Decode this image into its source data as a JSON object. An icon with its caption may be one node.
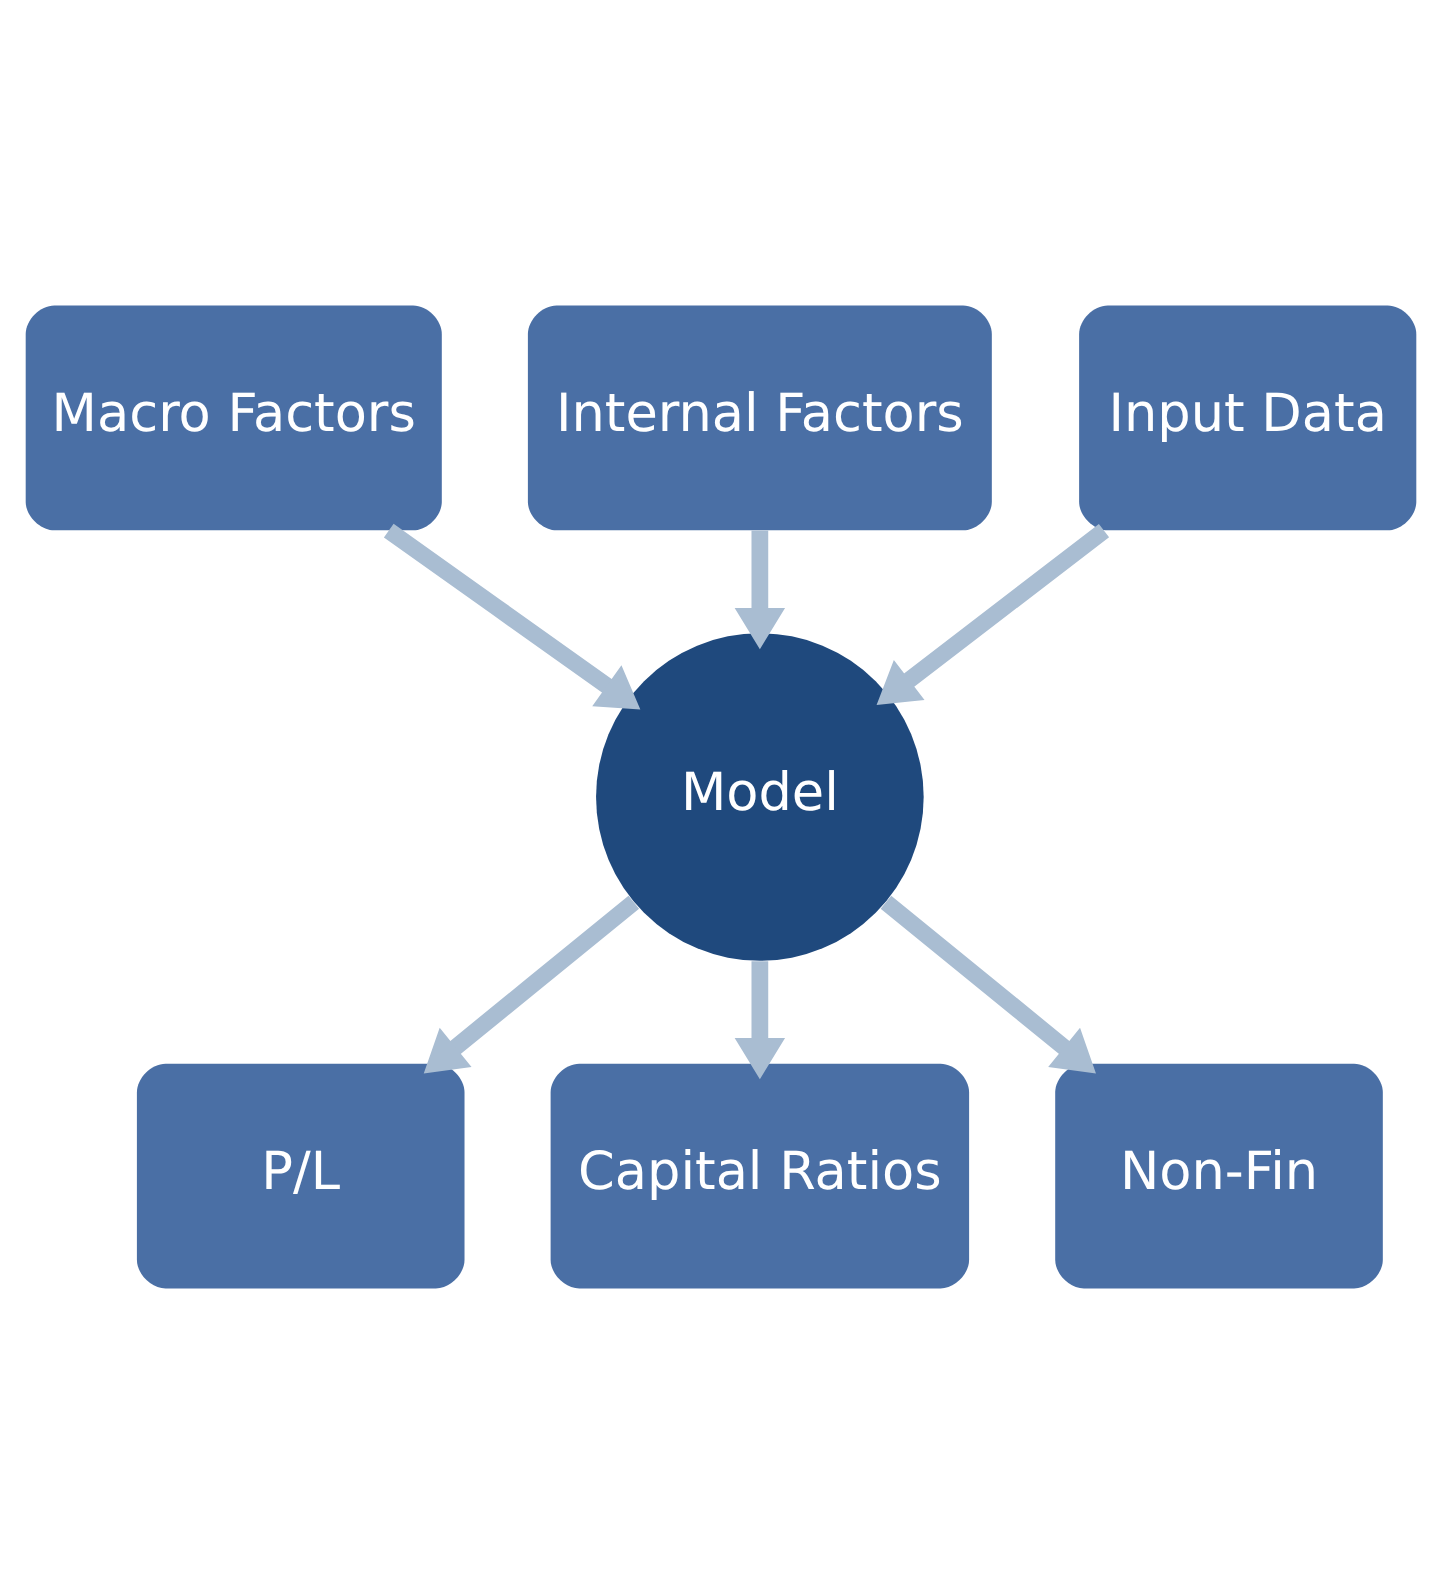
{
  "diagram": {
    "nodes": [
      {
        "text": [
          "Macro Factors"
        ]
      },
      {
        "text": [
          "Internal Factors"
        ]
      },
      {
        "text": [
          "Input Data"
        ]
      },
      {
        "text": [
          "Model"
        ]
      },
      {
        "text": [
          "P/L"
        ]
      },
      {
        "text": [
          "Capital Ratios"
        ]
      },
      {
        "text": [
          "Non-Fin"
        ]
      }
    ],
    "edges": [
      {
        "from": 0,
        "to": 3,
        "arrow": "to"
      },
      {
        "from": 1,
        "to": 3,
        "arrow": "to"
      },
      {
        "from": 2,
        "to": 3,
        "arrow": "to"
      },
      {
        "from": 3,
        "to": 4,
        "arrow": "to"
      },
      {
        "from": 3,
        "to": 5,
        "arrow": "to"
      },
      {
        "from": 3,
        "to": 6,
        "arrow": "to"
      }
    ]
  }
}
